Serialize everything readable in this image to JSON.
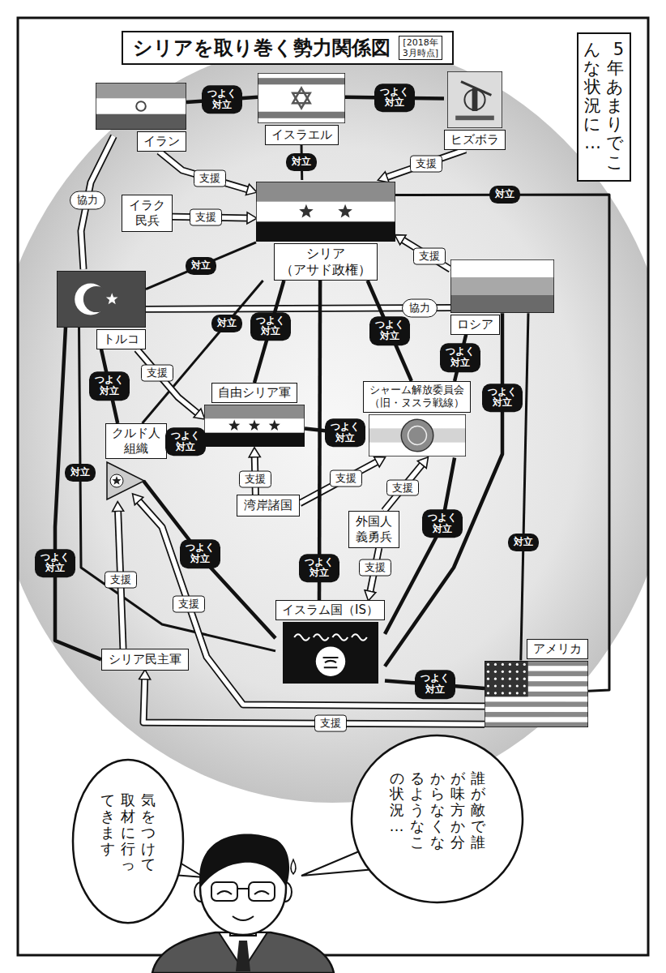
{
  "diagram": {
    "title": "シリアを取り巻く勢力関係図",
    "nodes": [
      {
        "text": [
          "5年あまりで こんな状況に…"
        ]
      },
      {
        "text": [
          "イラン"
        ]
      },
      {
        "text": [
          "イスラエル"
        ]
      },
      {
        "text": [
          "ヒズボラ"
        ]
      },
      {
        "text": [
          "イラク 民兵"
        ]
      },
      {
        "text": [
          "シリア （アサド政権）"
        ]
      },
      {
        "text": [
          "トルコ"
        ]
      },
      {
        "text": [
          "ロシア"
        ]
      },
      {
        "text": [
          "自由シリア軍"
        ]
      },
      {
        "text": [
          "シャーム解放委員会 （旧・ヌスラ戦線）"
        ]
      },
      {
        "text": [
          "クルド人 組織"
        ]
      },
      {
        "text": [
          "湾岸諸国"
        ]
      },
      {
        "text": [
          "外国人 義勇兵"
        ]
      },
      {
        "text": [
          "イスラム国（IS）"
        ]
      },
      {
        "text": [
          "シリア民主軍"
        ]
      },
      {
        "text": [
          "アメリカ"
        ]
      },
      {
        "text": [
          "誰が敵で 誰が味方か 分からなく なるような この状況…"
        ]
      },
      {
        "text": [
          "気をつけて 取材に行って きます"
        ]
      }
    ],
    "edges": [
      {
        "from": 1,
        "to": 2,
        "arrow": "none",
        "label": "つよく 対立"
      },
      {
        "from": 2,
        "to": 3,
        "arrow": "none",
        "label": "つよく 対立"
      },
      {
        "from": 2,
        "to": 5,
        "arrow": "none",
        "label": "対立"
      },
      {
        "from": 1,
        "to": 5,
        "arrow": "to",
        "label": "支援"
      },
      {
        "from": 3,
        "to": 5,
        "arrow": "to",
        "label": "支援"
      },
      {
        "from": 4,
        "to": 5,
        "arrow": "to",
        "label": "支援"
      },
      {
        "from": 1,
        "to": 6,
        "arrow": "none",
        "label": "協力"
      },
      {
        "from": 5,
        "to": 6,
        "arrow": "none",
        "label": "対立"
      },
      {
        "from": 7,
        "to": 5,
        "arrow": "to",
        "label": "支援"
      },
      {
        "from": 6,
        "to": 7,
        "arrow": "none",
        "label": "協力"
      },
      {
        "from": 5,
        "to": 8,
        "arrow": "none",
        "label": "つよく 対立"
      },
      {
        "from": 5,
        "to": 10,
        "arrow": "none",
        "label": "対立"
      },
      {
        "from": 6,
        "to": 8,
        "arrow": "to",
        "label": "支援"
      },
      {
        "from": 6,
        "to": 10,
        "arrow": "none",
        "label": "つよく 対立"
      },
      {
        "from": 6,
        "to": 13,
        "arrow": "none",
        "label": "対立"
      },
      {
        "from": 6,
        "to": 14,
        "arrow": "none",
        "label": "つよく 対立"
      },
      {
        "from": 8,
        "to": 9,
        "arrow": "none",
        "label": "つよく 対立"
      },
      {
        "from": 10,
        "to": 8,
        "arrow": "none",
        "label": "つよく 対立"
      },
      {
        "from": 11,
        "to": 8,
        "arrow": "to",
        "label": "支援"
      },
      {
        "from": 11,
        "to": 9,
        "arrow": "to",
        "label": "支援"
      },
      {
        "from": 12,
        "to": 9,
        "arrow": "to",
        "label": "支援"
      },
      {
        "from": 12,
        "to": 13,
        "arrow": "to",
        "label": "支援"
      },
      {
        "from": 10,
        "to": 13,
        "arrow": "none",
        "label": "つよく 対立"
      },
      {
        "from": 5,
        "to": 13,
        "arrow": "none",
        "label": "つよく 対立"
      },
      {
        "from": 5,
        "to": 9,
        "arrow": "none",
        "label": "つよく 対立"
      },
      {
        "from": 9,
        "to": 13,
        "arrow": "none",
        "label": "つよく 対立"
      },
      {
        "from": 7,
        "to": 9,
        "arrow": "none",
        "label": "つよく 対立"
      },
      {
        "from": 7,
        "to": 13,
        "arrow": "none",
        "label": "つよく 対立"
      },
      {
        "from": 7,
        "to": 15,
        "arrow": "none",
        "label": "対立"
      },
      {
        "from": 5,
        "to": 15,
        "arrow": "none",
        "label": "対立"
      },
      {
        "from": 15,
        "to": 13,
        "arrow": "none",
        "label": "つよく 対立"
      },
      {
        "from": 15,
        "to": 14,
        "arrow": "to",
        "label": "支援"
      },
      {
        "from": 15,
        "to": 10,
        "arrow": "to",
        "label": "支援"
      },
      {
        "from": 14,
        "to": 10,
        "arrow": "to",
        "label": "支援"
      }
    ],
    "labels": [
      "[2018年 3月時点]"
    ]
  }
}
